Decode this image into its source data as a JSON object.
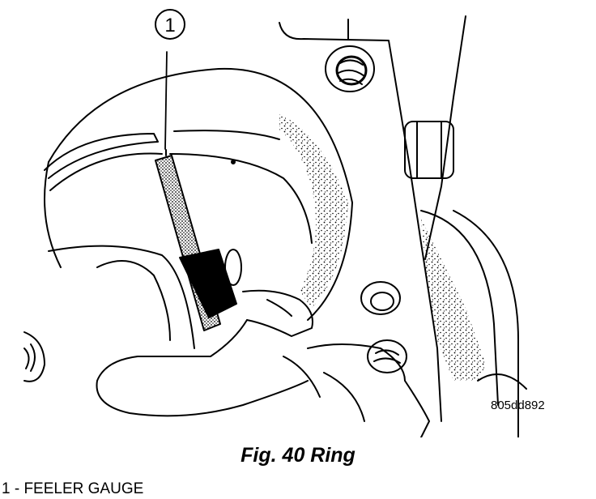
{
  "figure": {
    "callout_number": "1",
    "image_code": "805dd892",
    "caption": "Fig. 40 Ring",
    "legend": [
      {
        "text": "1 - FEELER GAUGE"
      }
    ]
  }
}
